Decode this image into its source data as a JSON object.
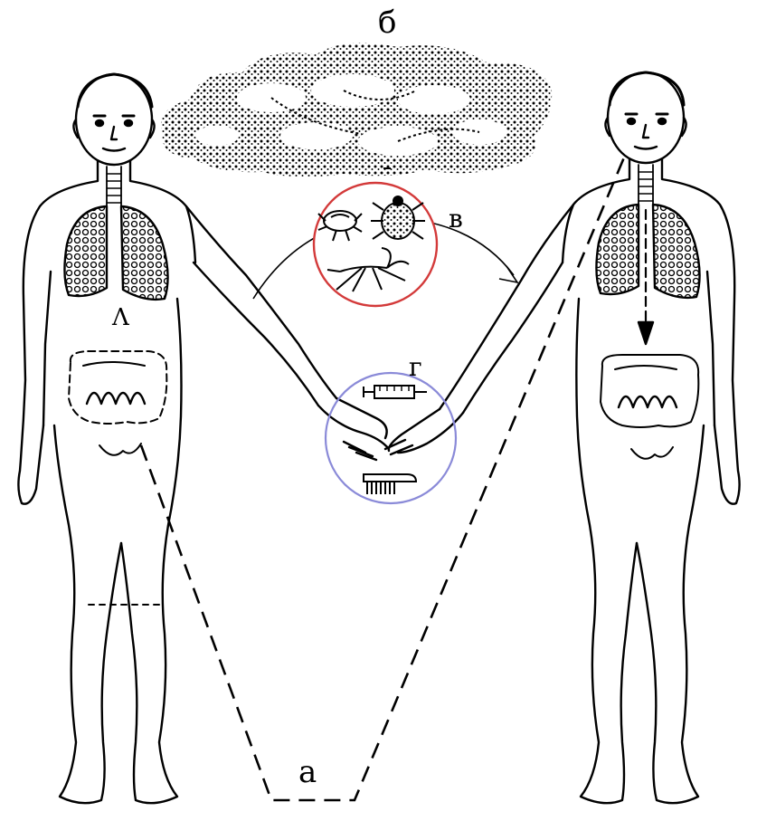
{
  "labels": {
    "a": "а",
    "b": "б",
    "v": "в",
    "g": "г",
    "l": "Λ"
  },
  "colors": {
    "line": "#000000",
    "vector_circle": "#d33a3a",
    "contact_circle": "#8a8ad8",
    "background": "#ffffff"
  },
  "icons": {
    "cloud": "droplet-cloud-icon",
    "vectors": [
      "tick-icon",
      "louse-icon",
      "mosquito-icon"
    ],
    "contact_items": [
      "syringe-icon",
      "comb-icon"
    ]
  }
}
